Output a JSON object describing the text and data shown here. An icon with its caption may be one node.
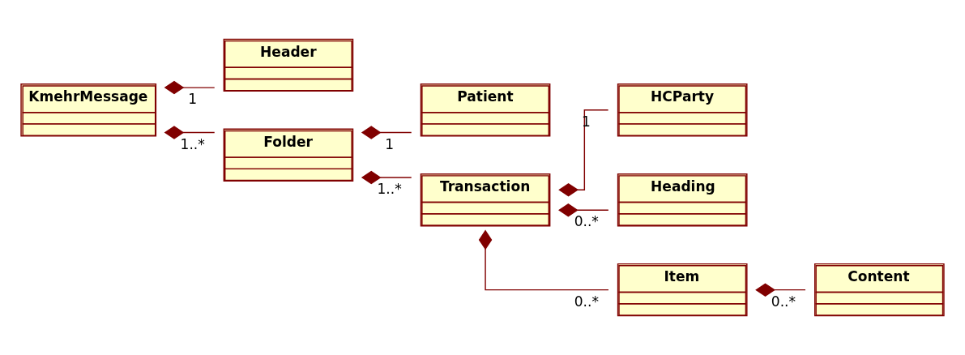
{
  "diagram": {
    "nodes": [
      {
        "text": [
          "KmehrMessage"
        ]
      },
      {
        "text": [
          "Header"
        ]
      },
      {
        "text": [
          "Folder"
        ]
      },
      {
        "text": [
          "Patient"
        ]
      },
      {
        "text": [
          "Transaction"
        ]
      },
      {
        "text": [
          "HCParty"
        ]
      },
      {
        "text": [
          "Heading"
        ]
      },
      {
        "text": [
          "Item"
        ]
      },
      {
        "text": [
          "Content"
        ]
      }
    ],
    "edges": [
      {
        "from": 0,
        "to": 1,
        "arrow": "other",
        "label": "1"
      },
      {
        "from": 0,
        "to": 2,
        "arrow": "other",
        "label": "1..*"
      },
      {
        "from": 2,
        "to": 3,
        "arrow": "other",
        "label": "1"
      },
      {
        "from": 2,
        "to": 4,
        "arrow": "other",
        "label": "1..*"
      },
      {
        "from": 4,
        "to": 5,
        "arrow": "other",
        "label": "1"
      },
      {
        "from": 4,
        "to": 6,
        "arrow": "other",
        "label": "0..*"
      },
      {
        "from": 4,
        "to": 7,
        "arrow": "other",
        "label": "0..*"
      },
      {
        "from": 7,
        "to": 8,
        "arrow": "other",
        "label": "0..*"
      }
    ]
  }
}
